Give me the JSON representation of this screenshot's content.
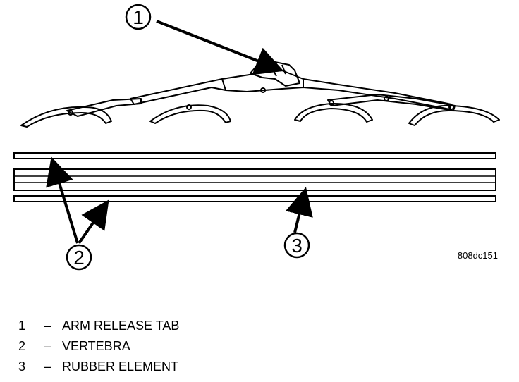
{
  "figure": {
    "code": "808dc151",
    "callouts": [
      {
        "number": "1"
      },
      {
        "number": "2"
      },
      {
        "number": "3"
      }
    ]
  },
  "legend": {
    "separator": "–",
    "items": [
      {
        "number": "1",
        "label": "ARM RELEASE TAB"
      },
      {
        "number": "2",
        "label": "VERTEBRA"
      },
      {
        "number": "3",
        "label": "RUBBER ELEMENT"
      }
    ]
  },
  "colors": {
    "ink": "#000000",
    "paper": "#ffffff"
  }
}
